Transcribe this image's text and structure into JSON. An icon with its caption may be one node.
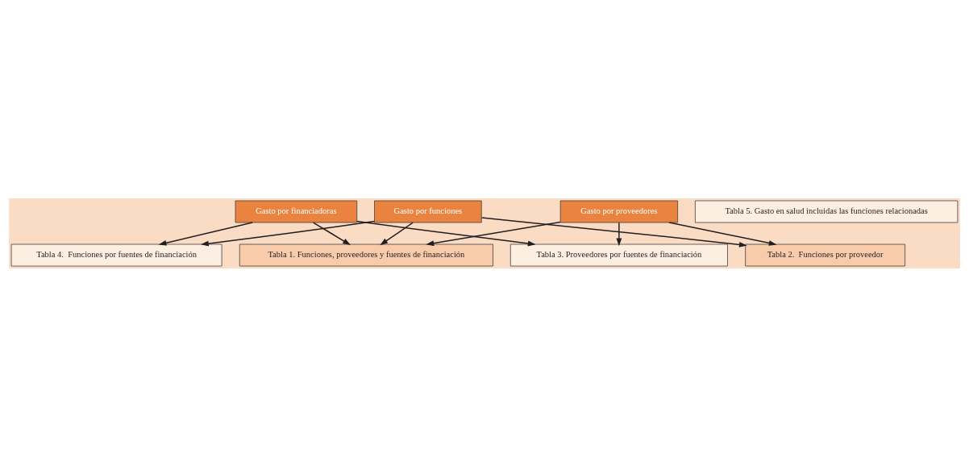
{
  "diagram": {
    "nodes": [
      {
        "text": [
          "Tabla 1. Funciones, proveedores y fuentes de financiación"
        ]
      },
      {
        "text": [
          "Gasto por funciones"
        ]
      },
      {
        "text": [
          "Tabla 4.  Funciones por fuentes de financiación"
        ]
      },
      {
        "text": [
          "Gasto por financiadoras"
        ]
      },
      {
        "text": [
          "Tabla 3. Proveedores por fuentes de financiación"
        ]
      },
      {
        "text": [
          "Gasto por proveedores"
        ]
      },
      {
        "text": [
          "Tabla 2.  Funciones por proveedor"
        ]
      },
      {
        "text": [
          "Tabla 5. Gasto en salud incluidas las funciones relacionadas"
        ]
      }
    ],
    "edges": [
      {
        "from": 1,
        "to": 0,
        "arrow": "to"
      },
      {
        "from": 1,
        "to": 2,
        "arrow": "to"
      },
      {
        "from": 1,
        "to": 6,
        "arrow": "to"
      },
      {
        "from": 3,
        "to": 0,
        "arrow": "to"
      },
      {
        "from": 3,
        "to": 2,
        "arrow": "to"
      },
      {
        "from": 3,
        "to": 4,
        "arrow": "to"
      },
      {
        "from": 5,
        "to": 0,
        "arrow": "to"
      },
      {
        "from": 5,
        "to": 4,
        "arrow": "to"
      },
      {
        "from": 5,
        "to": 6,
        "arrow": "to"
      }
    ]
  }
}
